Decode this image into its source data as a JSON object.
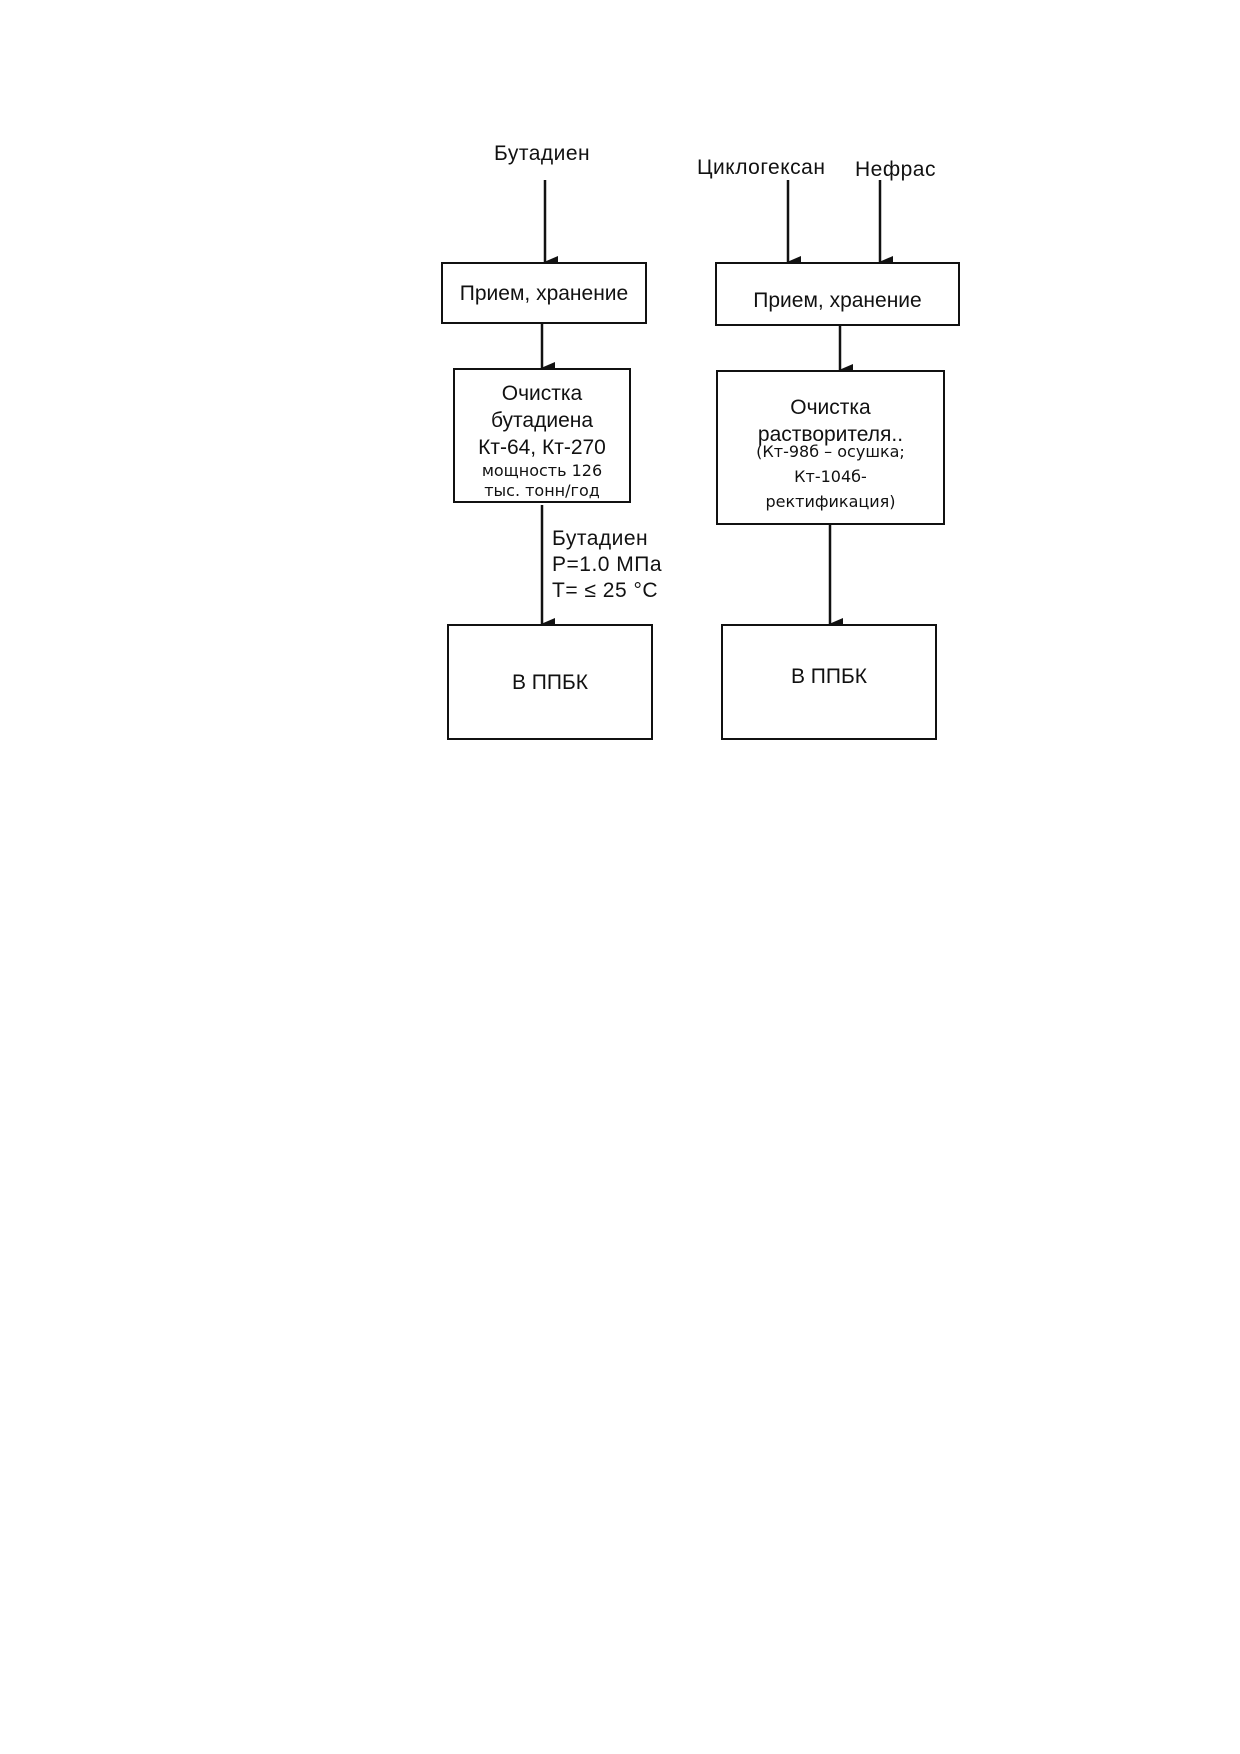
{
  "inputs": {
    "left": "Бутадиен",
    "right_a": "Циклогексан",
    "right_b": "Нефрас"
  },
  "left_chain": {
    "storage": "Прием, хранение",
    "purify_line1": "Очистка",
    "purify_line2": "бутадиена",
    "purify_line3": "Кт-64, Кт-270",
    "purify_note1": "мощность 126",
    "purify_note2": "тыс. тонн/год",
    "flow_line1": "Бутадиен",
    "flow_line2": "P=1.0 МПа",
    "flow_line3": "T= ≤ 25 °C",
    "destination": "В ППБК"
  },
  "right_chain": {
    "storage": "Прием, хранение",
    "purify_line1": "Очистка",
    "purify_line2": "растворителя..",
    "purify_note1": "(Кт-98б – осушка;",
    "purify_note2": "Кт-104б-",
    "purify_note3": "ректификация)",
    "destination": "В ППБК"
  }
}
